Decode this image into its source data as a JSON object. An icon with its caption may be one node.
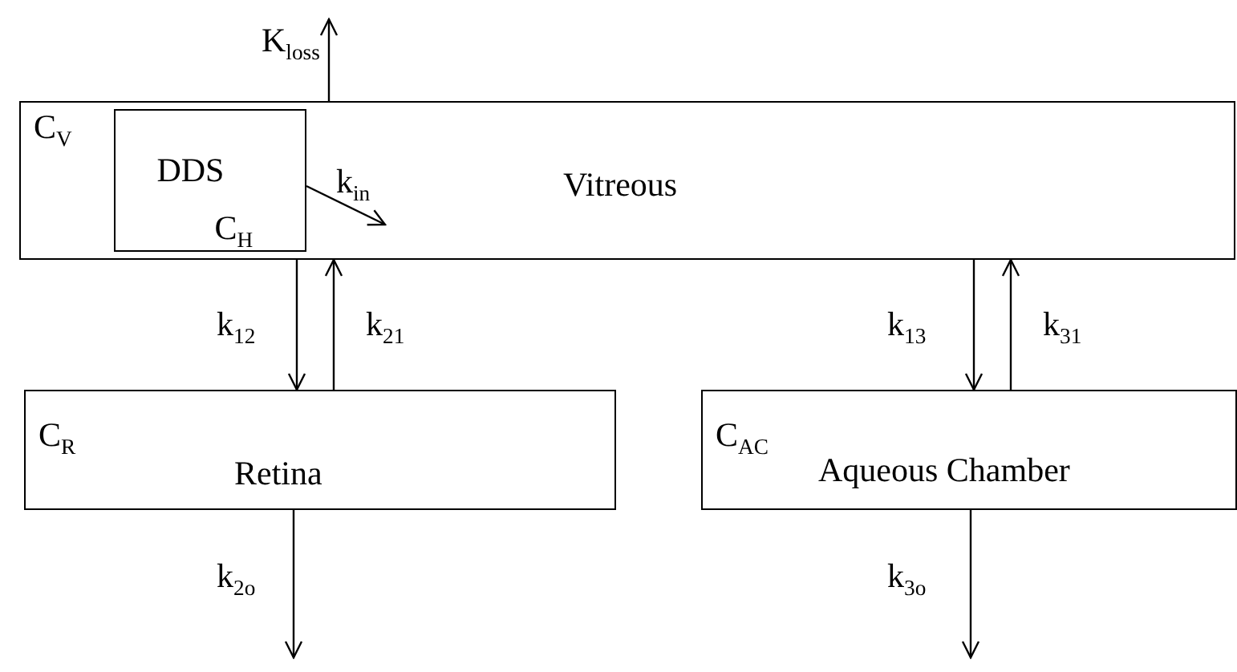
{
  "diagram": {
    "nodes": [
      {
        "text": [
          "C$_{V}$",
          "Vitreous"
        ]
      },
      {
        "text": [
          "DDS",
          "C$_{H}$"
        ],
        "in": 0
      },
      {
        "text": [
          "C$_{R}$",
          "Retina"
        ]
      },
      {
        "text": [
          "C$_{AC}$",
          "Aqueous Chamber"
        ]
      }
    ],
    "edges": [
      {
        "from": 0,
        "to": null,
        "arrow": "to",
        "label": "K$_{loss}$"
      },
      {
        "from": 1,
        "to": null,
        "arrow": "to",
        "label": "k$_{in}$"
      },
      {
        "from": 0,
        "to": 2,
        "arrow": "to",
        "label": "k$_{12}$"
      },
      {
        "from": 2,
        "to": 0,
        "arrow": "to",
        "label": "k$_{21}$"
      },
      {
        "from": 0,
        "to": 3,
        "arrow": "to",
        "label": "k$_{13}$"
      },
      {
        "from": 3,
        "to": 0,
        "arrow": "to",
        "label": "k$_{31}$"
      },
      {
        "from": 2,
        "to": null,
        "arrow": "to",
        "label": "k$_{2o}$"
      },
      {
        "from": 3,
        "to": null,
        "arrow": "to",
        "label": "k$_{3o}$"
      }
    ]
  }
}
